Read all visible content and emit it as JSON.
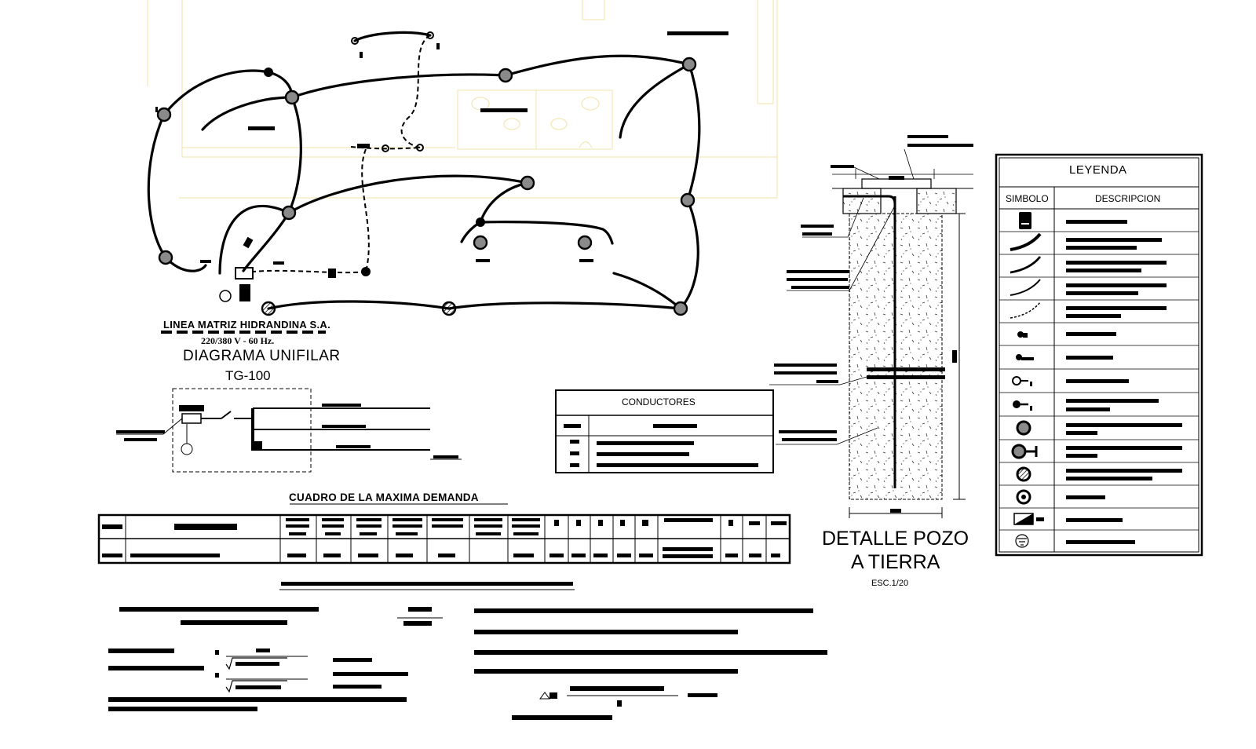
{
  "plan": {
    "line_title": "LINEA MATRIZ HIDRANDINA S.A.",
    "line_spec": "220/380  V - 60 Hz."
  },
  "single_line": {
    "title": "DIAGRAMA UNIFILAR",
    "board": "TG-100"
  },
  "conductors_table": {
    "title": "CONDUCTORES"
  },
  "demand": {
    "title": "CUADRO DE LA MAXIMA DEMANDA"
  },
  "ground_well": {
    "title_line1": "DETALLE POZO",
    "title_line2": "A TIERRA",
    "scale": "ESC.1/20"
  },
  "legend": {
    "title": "LEYENDA",
    "col_symbol": "SIMBOLO",
    "col_description": "DESCRIPCION",
    "symbols": [
      "distribution-board-icon",
      "heavy-conduit-icon",
      "medium-conduit-icon",
      "light-conduit-icon",
      "dashed-conduit-icon",
      "switch-single-icon",
      "switch-double-icon",
      "outlet-icon",
      "outlet-ground-icon",
      "ceiling-light-icon",
      "wall-light-icon",
      "hatched-light-icon",
      "spot-light-icon",
      "meter-icon",
      "ground-symbol-icon"
    ]
  },
  "colors": {
    "ink": "#000000",
    "floorplan": "#f0e3a8",
    "fixture_fill": "#8a8a8a"
  }
}
